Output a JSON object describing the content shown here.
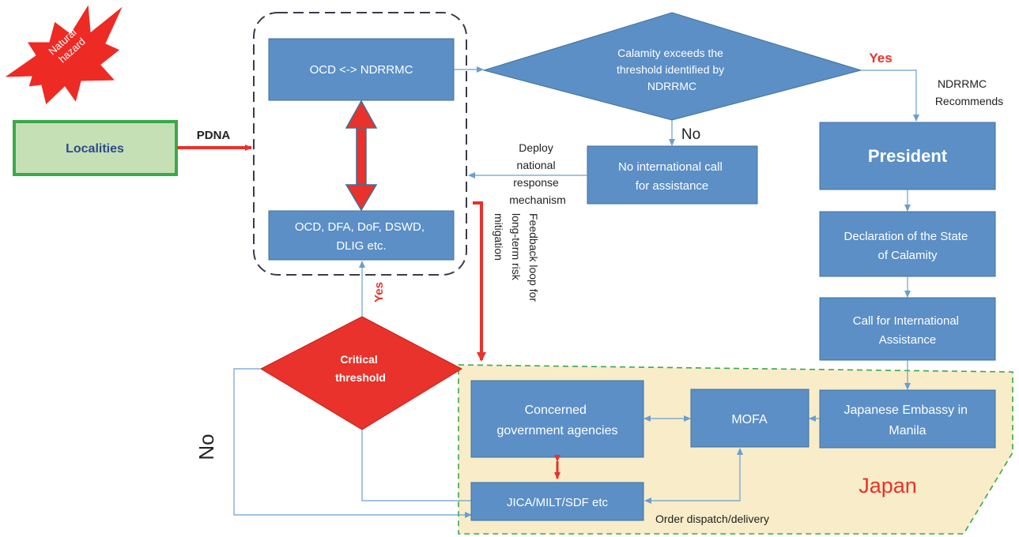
{
  "colors": {
    "box_fill": "#5b8fc6",
    "box_stroke": "#41719c",
    "connector": "#6a9fd0",
    "red_arrow": "#e8322b",
    "japan_fill": "#f8edc8",
    "japan_border": "#3aa84a",
    "localities_fill": "#c5e0b4",
    "localities_border": "#3aa84a",
    "localities_text": "#2f4a8a",
    "yes_text": "#e8322b",
    "japan_label": "#e8322b"
  },
  "burst": {
    "line1": "Natural",
    "line2": "hazard"
  },
  "localities": {
    "label": "Localities"
  },
  "pdna": {
    "label": "PDNA"
  },
  "ocd_ndrrmc": {
    "label": "OCD <-> NDRRMC"
  },
  "ocd_agencies": {
    "line1": "OCD, DFA, DoF, DSWD,",
    "line2": "DLIG etc."
  },
  "threshold_diamond": {
    "line1": "Calamity exceeds the",
    "line2": "threshold identified by",
    "line3": "NDRRMC"
  },
  "yes_top": {
    "label": "Yes"
  },
  "ndrrmc_recommends": {
    "line1": "NDRRMC",
    "line2": "Recommends"
  },
  "no_mid": {
    "label": "No"
  },
  "no_intl_call": {
    "line1": "No international call",
    "line2": "for assistance"
  },
  "deploy": {
    "line1": "Deploy",
    "line2": "national",
    "line3": "response",
    "line4": "mechanism"
  },
  "feedback": {
    "line1": "Feedback loop for",
    "line2": "long-term risk",
    "line3": "mitigation"
  },
  "president": {
    "label": "President"
  },
  "declaration": {
    "line1": "Declaration of the State",
    "line2": "of Calamity"
  },
  "call_intl": {
    "line1": "Call for International",
    "line2": "Assistance"
  },
  "critical": {
    "line1": "Critical",
    "line2": "threshold"
  },
  "yes_critical": {
    "label": "Yes"
  },
  "no_left": {
    "label": "No"
  },
  "concerned": {
    "line1": "Concerned",
    "line2": "government agencies"
  },
  "mofa": {
    "label": "MOFA"
  },
  "embassy": {
    "line1": "Japanese Embassy in",
    "line2": "Manila"
  },
  "jica": {
    "label": "JICA/MILT/SDF etc"
  },
  "order_dispatch": {
    "label": "Order dispatch/delivery"
  },
  "japan": {
    "label": "Japan"
  }
}
